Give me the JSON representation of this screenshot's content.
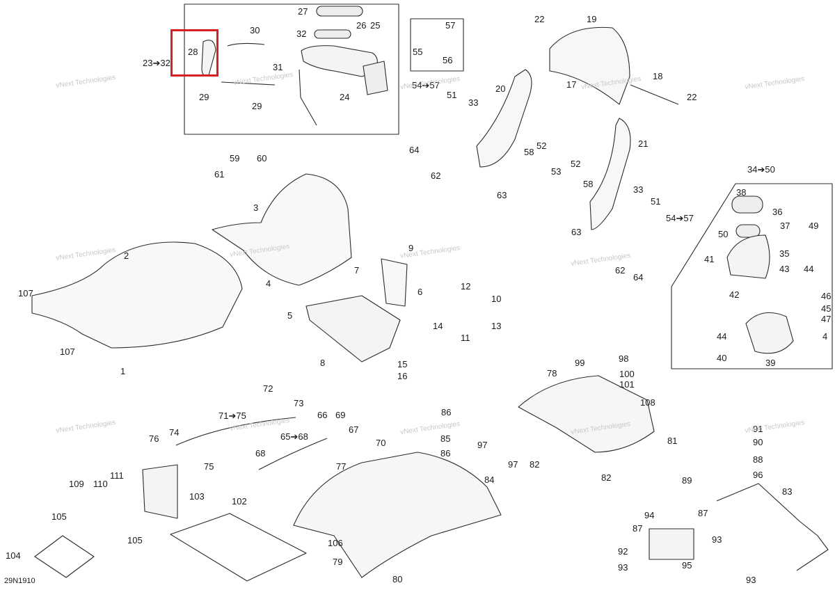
{
  "diagram_code": "29N1910",
  "highlight_color": "#d42020",
  "highlighted_part": "28",
  "watermark": "vNext Technologies",
  "labels": [
    "23➔32",
    "27",
    "26",
    "25",
    "30",
    "32",
    "28",
    "31",
    "24",
    "29",
    "29",
    "57",
    "55",
    "56",
    "54➔57",
    "51",
    "33",
    "22",
    "19",
    "20",
    "17",
    "18",
    "22",
    "64",
    "62",
    "63",
    "58",
    "52",
    "53",
    "52",
    "58",
    "21",
    "63",
    "33",
    "51",
    "54➔57",
    "62",
    "64",
    "34➔50",
    "38",
    "36",
    "37",
    "49",
    "50",
    "35",
    "41",
    "43",
    "44",
    "42",
    "46",
    "45",
    "47",
    "44",
    "4",
    "40",
    "39",
    "59",
    "60",
    "61",
    "3",
    "2",
    "4",
    "107",
    "107",
    "1",
    "9",
    "7",
    "6",
    "5",
    "12",
    "10",
    "14",
    "11",
    "13",
    "8",
    "15",
    "16",
    "72",
    "73",
    "71➔75",
    "74",
    "76",
    "75",
    "66",
    "69",
    "67",
    "65➔68",
    "70",
    "68",
    "86",
    "85",
    "97",
    "86",
    "97",
    "84",
    "77",
    "106",
    "79",
    "80",
    "109",
    "110",
    "111",
    "103",
    "105",
    "105",
    "104",
    "102",
    "78",
    "99",
    "98",
    "100",
    "101",
    "108",
    "81",
    "82",
    "82",
    "91",
    "90",
    "88",
    "89",
    "96",
    "83",
    "94",
    "87",
    "87",
    "93",
    "92",
    "95",
    "93",
    "93"
  ]
}
